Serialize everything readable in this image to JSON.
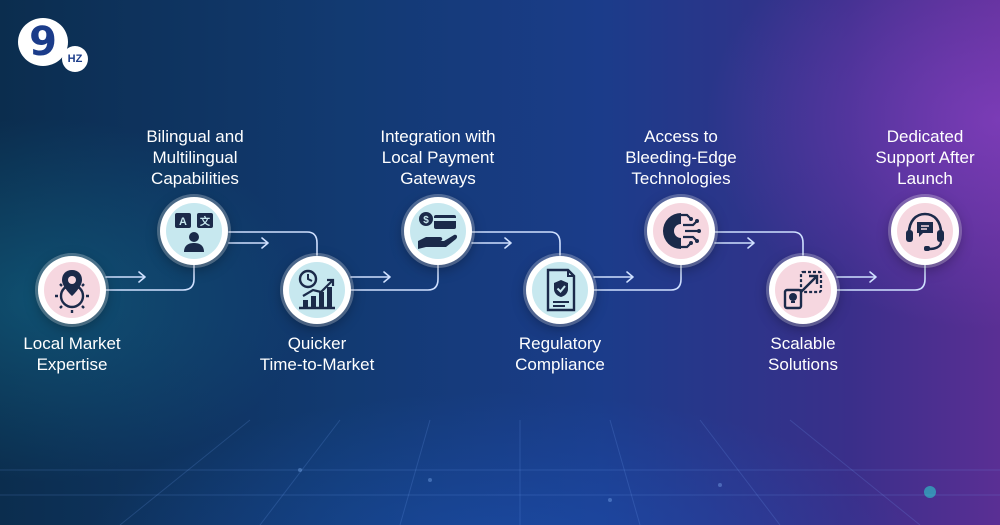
{
  "brand": {
    "logo_mark": "9",
    "logo_suffix": "HZ"
  },
  "steps": [
    {
      "label": "Local Market\nExpertise",
      "icon": "location-gear-icon"
    },
    {
      "label": "Bilingual and\nMultilingual\nCapabilities",
      "icon": "translation-person-icon"
    },
    {
      "label": "Quicker\nTime-to-Market",
      "icon": "clock-growth-chart-icon"
    },
    {
      "label": "Integration with\nLocal Payment\nGateways",
      "icon": "payment-card-hand-icon"
    },
    {
      "label": "Regulatory\nCompliance",
      "icon": "compliance-document-icon"
    },
    {
      "label": "Access to\nBleeding-Edge\nTechnologies",
      "icon": "tech-gear-circuit-icon"
    },
    {
      "label": "Scalable\nSolutions",
      "icon": "scalable-bulb-arrow-icon"
    },
    {
      "label": "Dedicated\nSupport After\nLaunch",
      "icon": "headset-support-icon"
    }
  ],
  "colors": {
    "pink_fill": "#f6d7e0",
    "teal_fill": "#c7e8ef",
    "icon_dark": "#1b2a4a",
    "line": "#cfe0ff"
  }
}
